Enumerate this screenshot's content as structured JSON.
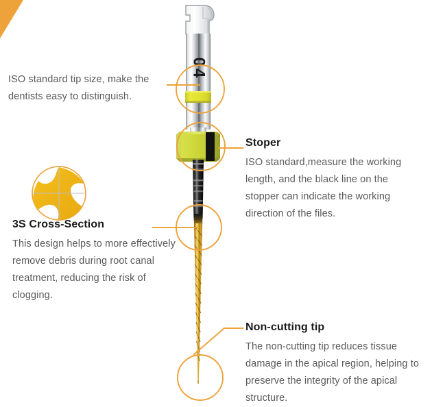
{
  "page": {
    "title": "Endodontic Rotary File — Feature Callouts",
    "background": "#ffffff",
    "accent_orange": "#eda23a",
    "accent_yellow": "#dede30",
    "text_color": "#5a5a5a",
    "heading_color": "#1a1a1a"
  },
  "instrument": {
    "name": "endodontic-rotary-file",
    "handle_marking": "04",
    "parts": [
      {
        "name": "latch-head",
        "color": "#e8e9ea"
      },
      {
        "name": "metal-handle",
        "color": "#cdd0d3"
      },
      {
        "name": "color-code-ring",
        "color": "#dede30"
      },
      {
        "name": "silicone-stopper",
        "color": "#cfd73a"
      },
      {
        "name": "stopper-black-line",
        "color": "#121212"
      },
      {
        "name": "black-shaft",
        "color": "#161616"
      },
      {
        "name": "gold-flutes",
        "color": "#d69b1e"
      },
      {
        "name": "non-cutting-tip",
        "color": "#c79320"
      }
    ]
  },
  "callouts": [
    {
      "id": "iso-tip-size",
      "title": "",
      "body": "ISO standard tip size, make the dentists easy to distinguish.",
      "marker": "circle-highlight",
      "side": "left"
    },
    {
      "id": "stoper",
      "title": "Stoper",
      "body": "ISO standard,measure the working length, and the black line on the stopper can indicate the working direction of the files.",
      "marker": "circle-highlight",
      "side": "right"
    },
    {
      "id": "cross-section",
      "title": "3S Cross-Section",
      "body": "This design helps to more effectively remove debris during root canal treatment, reducing the risk of clogging.",
      "marker": "circle-highlight",
      "side": "left",
      "icon": "cross-section-diagram"
    },
    {
      "id": "non-cutting-tip",
      "title": "Non-cutting tip",
      "body": "The non-cutting tip reduces tissue damage in the apical region, helping to preserve the integrity of the apical structure.",
      "marker": "circle-highlight",
      "side": "right"
    }
  ],
  "iso": {
    "body": "ISO standard tip size, make the dentists easy to distinguish."
  },
  "stoper": {
    "title": "Stoper",
    "body": "ISO standard,measure the working length, and the black line on the stopper can indicate the working direction of the files."
  },
  "cross": {
    "title": "3S Cross-Section",
    "body": "This design helps to more effectively remove debris during root canal treatment, reducing the risk of clogging."
  },
  "tip": {
    "title": "Non-cutting tip",
    "body": "The non-cutting tip reduces tissue damage in the apical region, helping to preserve the integrity of the apical structure."
  }
}
